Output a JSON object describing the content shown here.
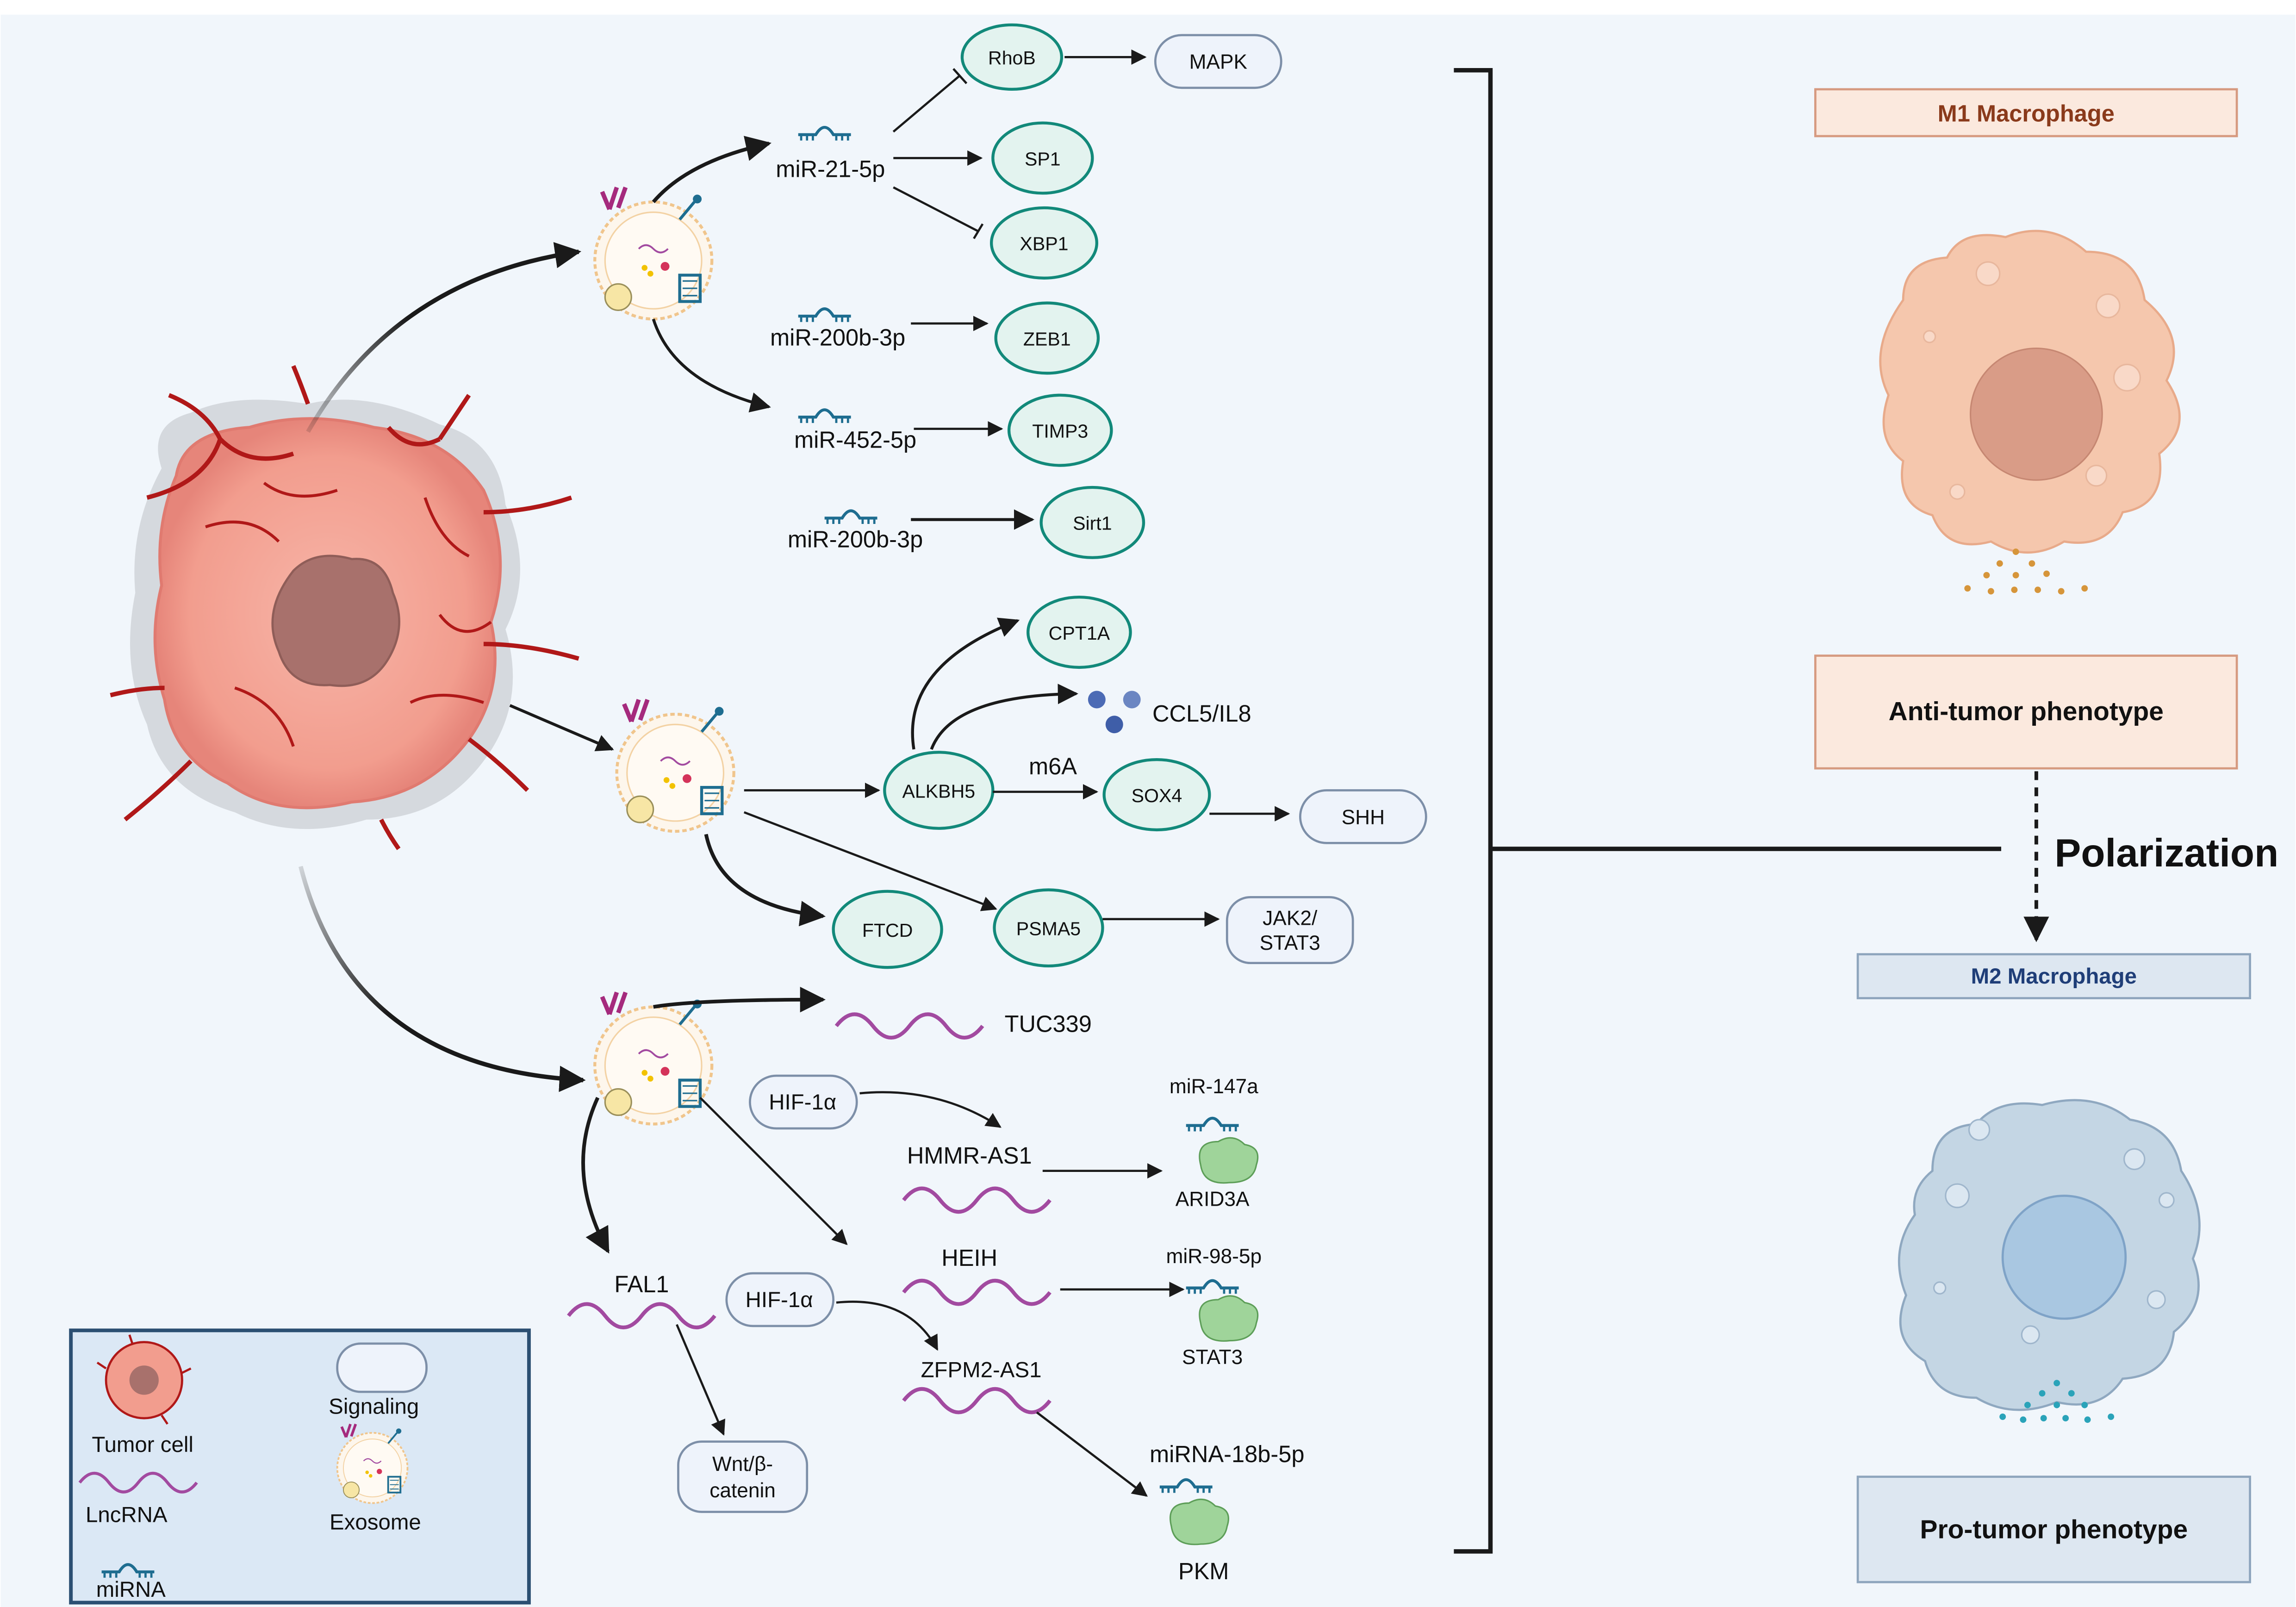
{
  "colors": {
    "background": "#f1f6fb",
    "node_fill": "#e3f3ef",
    "node_stroke": "#12897a",
    "signal_fill": "#eef3fb",
    "signal_stroke": "#7d8fa8",
    "vessel": "#b01818",
    "lncrna": "#a24aa0",
    "mirna": "#1e6d90",
    "m1": "#f5c7ad",
    "m2": "#c4d6e4"
  },
  "mirna": {
    "mir21": "miR-21-5p",
    "mir200b_a": "miR-200b-3p",
    "mir452": "miR-452-5p",
    "mir200b_b": "miR-200b-3p",
    "mir147a": "miR-147a",
    "mir98": "miR-98-5p",
    "mir18b": "miRNA-18b-5p"
  },
  "targets": {
    "rhob": "RhoB",
    "mapk": "MAPK",
    "sp1": "SP1",
    "xbp1": "XBP1",
    "zeb1": "ZEB1",
    "timp3": "TIMP3",
    "sirt1": "Sirt1",
    "cpt1a": "CPT1A",
    "ccl5": "CCL5/IL8",
    "alkbh5": "ALKBH5",
    "m6a": "m6A",
    "sox4": "SOX4",
    "shh": "SHH",
    "ftcd": "FTCD",
    "psma5": "PSMA5",
    "jak2_l1": "JAK2/",
    "jak2_l2": "STAT3"
  },
  "lnc": {
    "tuc339": "TUC339",
    "hif1a_a": "HIF-1α",
    "hmmr": "HMMR-AS1",
    "arid3a": "ARID3A",
    "heih": "HEIH",
    "stat3": "STAT3",
    "fal1": "FAL1",
    "hif1a_b": "HIF-1α",
    "zfpm2": "ZFPM2-AS1",
    "wnt_l1": "Wnt/β-",
    "wnt_l2": "catenin",
    "pkm": "PKM"
  },
  "legend": {
    "tumor_cell": "Tumor cell",
    "signaling": "Signaling",
    "lncrna": "LncRNA",
    "exosome": "Exosome",
    "mirna": "miRNA"
  },
  "macrophage": {
    "m1_title": "M1 Macrophage",
    "anti_tumor": "Anti-tumor phenotype",
    "polarization": "Polarization",
    "m2_title": "M2 Macrophage",
    "pro_tumor": "Pro-tumor phenotype"
  }
}
